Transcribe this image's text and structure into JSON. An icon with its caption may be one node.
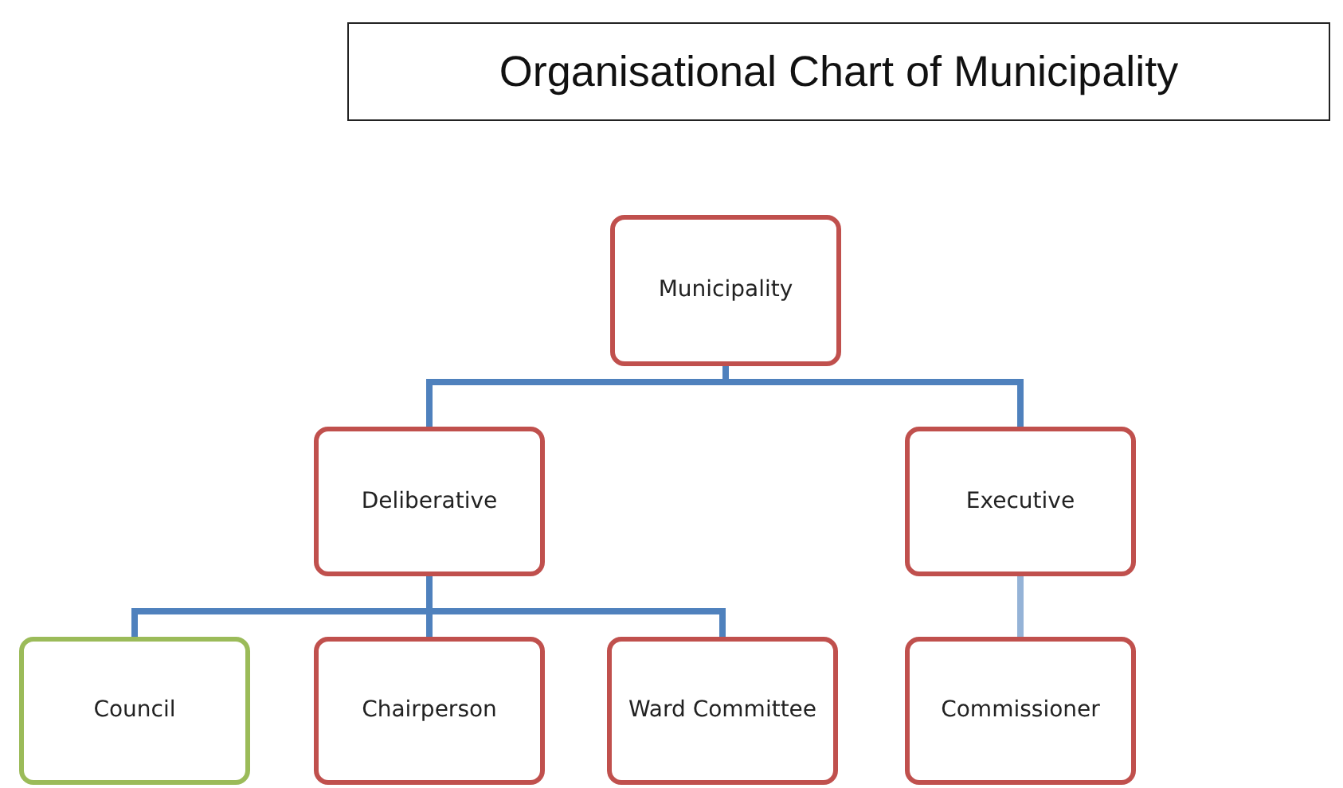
{
  "diagram": {
    "title": "Organisational Chart of Municipality",
    "nodes": [
      {
        "text": [
          "Municipality"
        ]
      },
      {
        "text": [
          "Deliberative"
        ]
      },
      {
        "text": [
          "Executive"
        ]
      },
      {
        "text": [
          "Council"
        ]
      },
      {
        "text": [
          "Chairperson"
        ]
      },
      {
        "text": [
          "Ward Committee"
        ]
      },
      {
        "text": [
          "Commissioner"
        ]
      }
    ],
    "edges": [
      {
        "from": 0,
        "to": 1,
        "arrow": "none"
      },
      {
        "from": 0,
        "to": 2,
        "arrow": "none"
      },
      {
        "from": 1,
        "to": 3,
        "arrow": "none"
      },
      {
        "from": 1,
        "to": 4,
        "arrow": "none"
      },
      {
        "from": 1,
        "to": 5,
        "arrow": "none"
      },
      {
        "from": 2,
        "to": 6,
        "arrow": "none",
        "color": "#95b3d7"
      }
    ]
  }
}
